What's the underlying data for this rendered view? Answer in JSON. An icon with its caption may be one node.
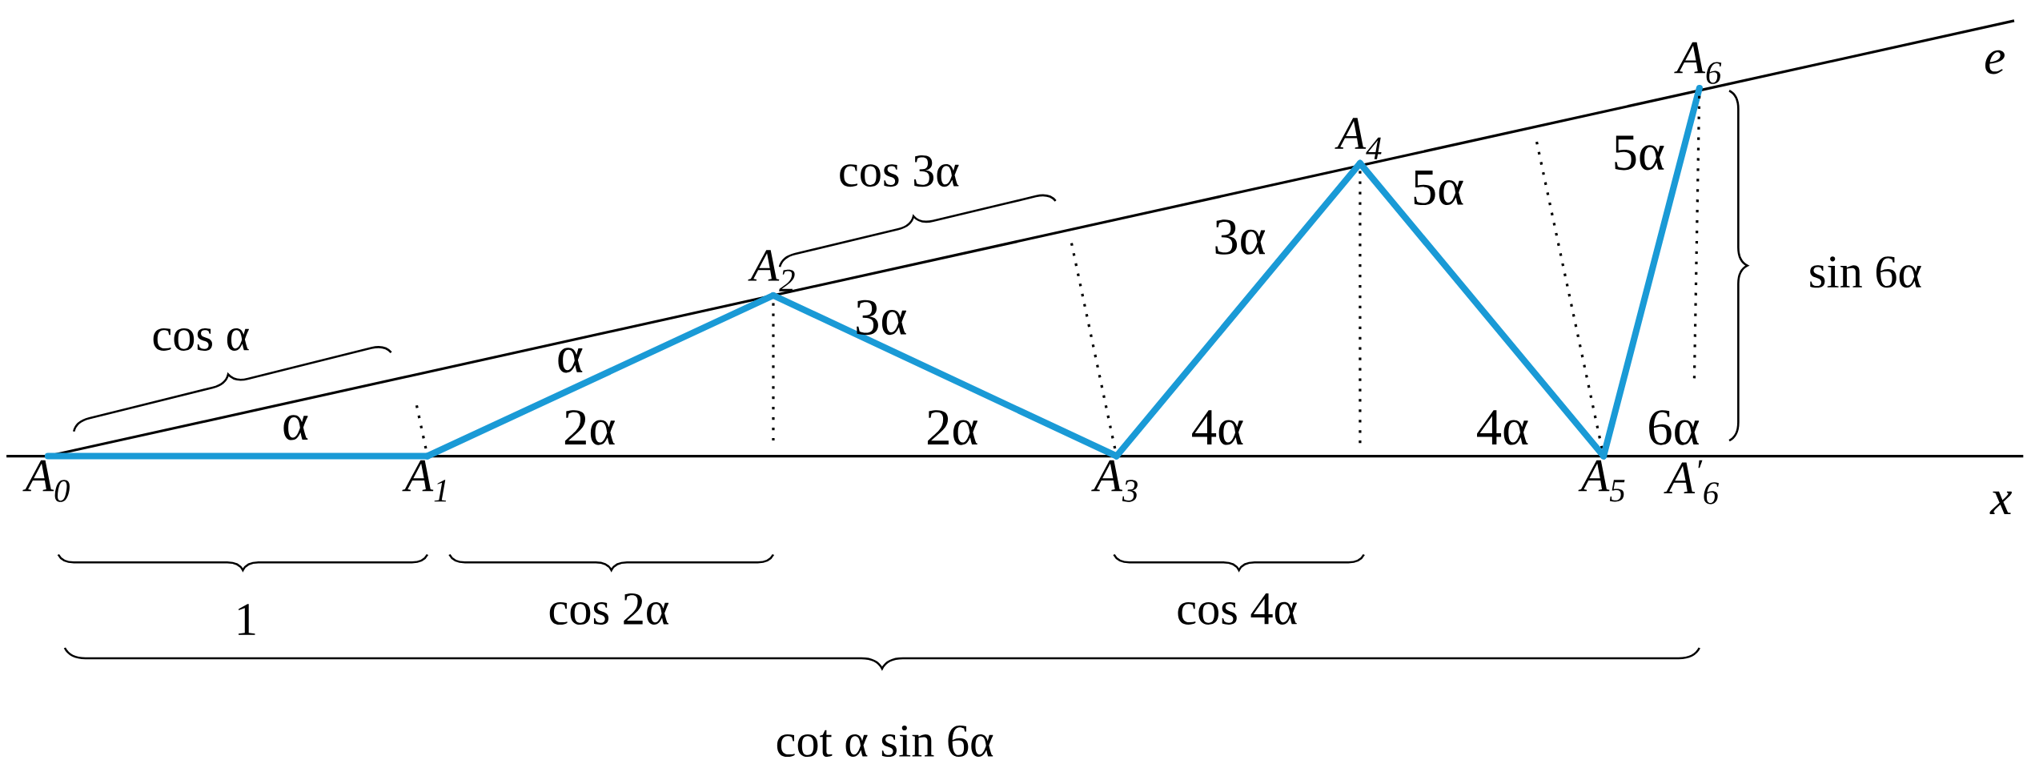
{
  "diagram": {
    "nodes": [
      {
        "text": [
          "A$_{0}$"
        ]
      },
      {
        "text": [
          "A$_{1}$"
        ]
      },
      {
        "text": [
          "A$_{2}$"
        ]
      },
      {
        "text": [
          "A$_{3}$"
        ]
      },
      {
        "text": [
          "A$_{4}$"
        ]
      },
      {
        "text": [
          "A$_{5}$"
        ]
      },
      {
        "text": [
          "A$_{6}$"
        ]
      },
      {
        "text": [
          "A$^{′}$$_{6}$"
        ]
      }
    ],
    "edges": [
      {
        "from": 0,
        "to": null,
        "arrow": "none",
        "color": "#000000"
      },
      {
        "from": 0,
        "to": 1,
        "arrow": "none"
      },
      {
        "from": 1,
        "to": 2,
        "arrow": "none"
      },
      {
        "from": 2,
        "to": 3,
        "arrow": "none"
      },
      {
        "from": 3,
        "to": 4,
        "arrow": "none"
      },
      {
        "from": 4,
        "to": 5,
        "arrow": "none"
      },
      {
        "from": 5,
        "to": 6,
        "arrow": "none"
      },
      {
        "from": 6,
        "to": 7,
        "arrow": "none",
        "style": "dashed",
        "color": "#000000"
      }
    ],
    "labels": [
      "e",
      "cos 3α",
      "5α",
      "5α",
      "cos α",
      "3α",
      "3α",
      "sin 6α",
      "α",
      "α",
      "2α",
      "2α",
      "4α",
      "4α",
      "6α",
      "x",
      "1",
      "cos 2α",
      "cos 4α",
      "cot α sin 6α"
    ]
  }
}
